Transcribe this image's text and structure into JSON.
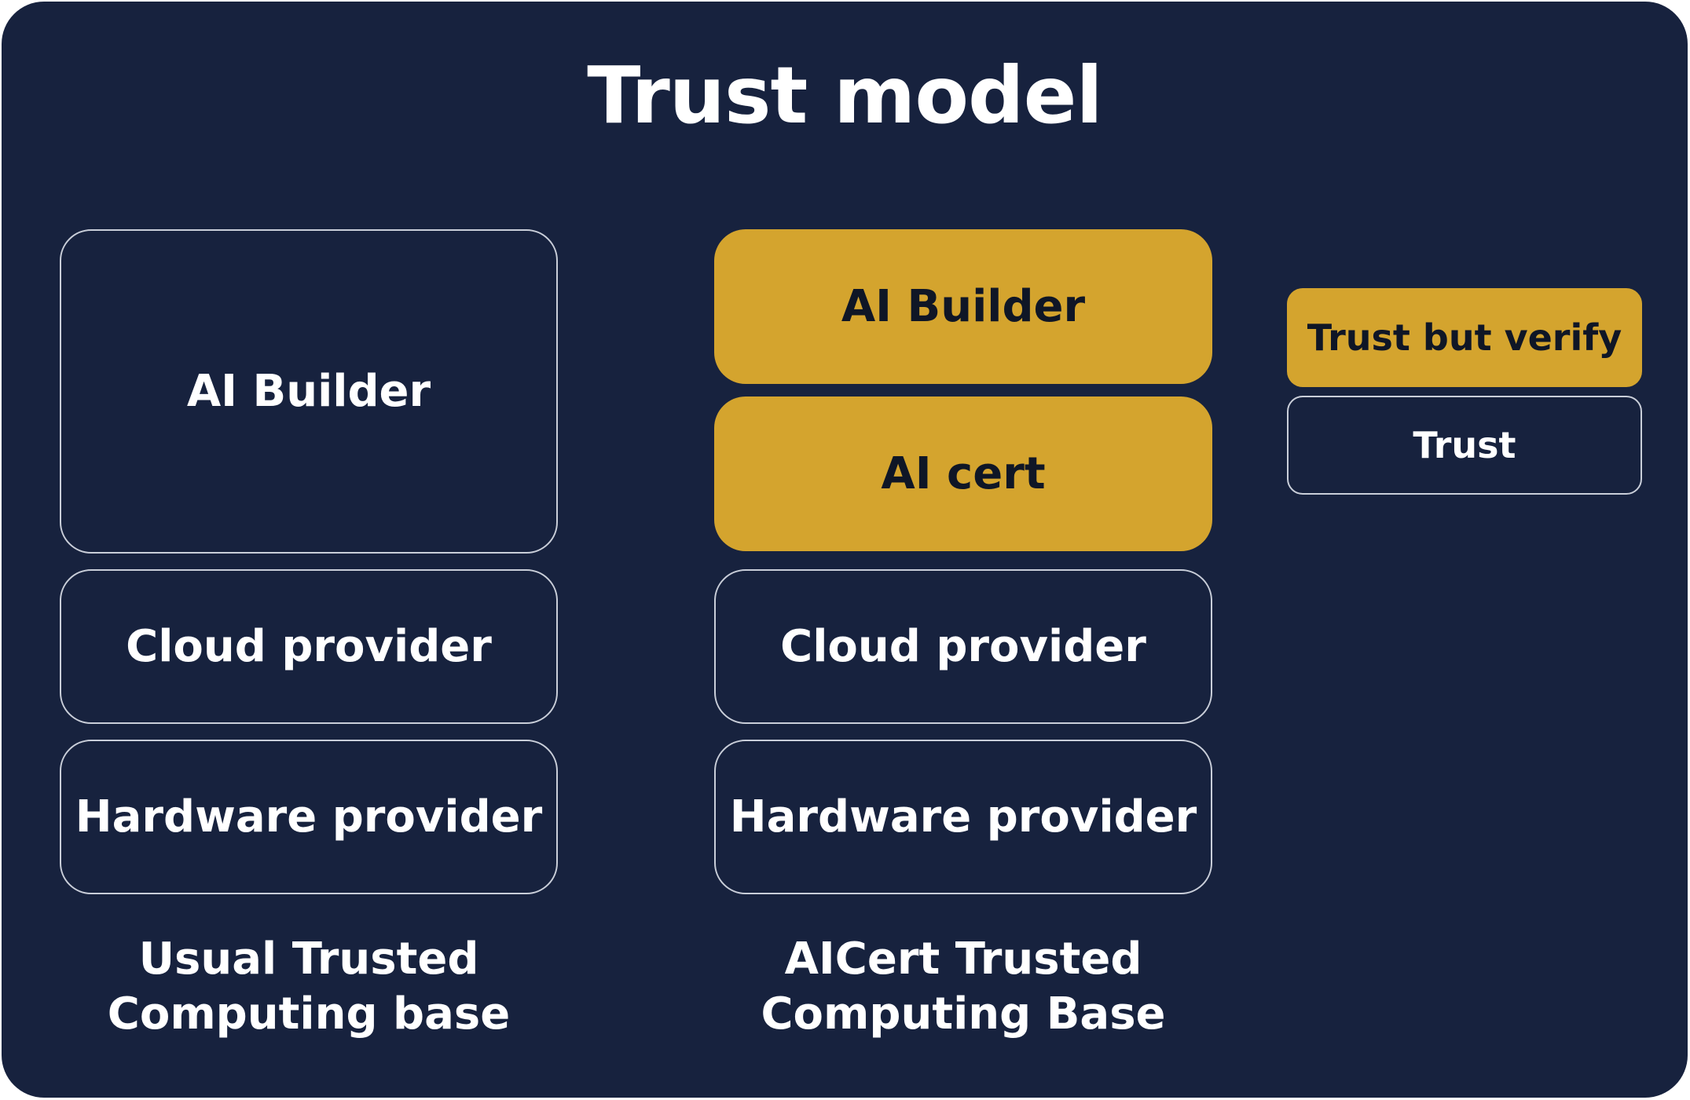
{
  "title": "Trust model",
  "columns": {
    "usual": {
      "boxes": [
        "AI Builder",
        "Cloud provider",
        "Hardware provider"
      ],
      "caption": [
        "Usual Trusted",
        "Computing base"
      ]
    },
    "aicert": {
      "boxes": [
        "AI Builder",
        "AI cert",
        "Cloud provider",
        "Hardware provider"
      ],
      "caption": [
        "AICert Trusted",
        "Computing Base"
      ]
    }
  },
  "legend": {
    "trust_but_verify": "Trust but verify",
    "trust": "Trust"
  },
  "colors": {
    "background": "#17223e",
    "accent": "#d4a42e",
    "border": "#c9ced9",
    "text_light": "#ffffff",
    "text_dark": "#0f1626"
  }
}
